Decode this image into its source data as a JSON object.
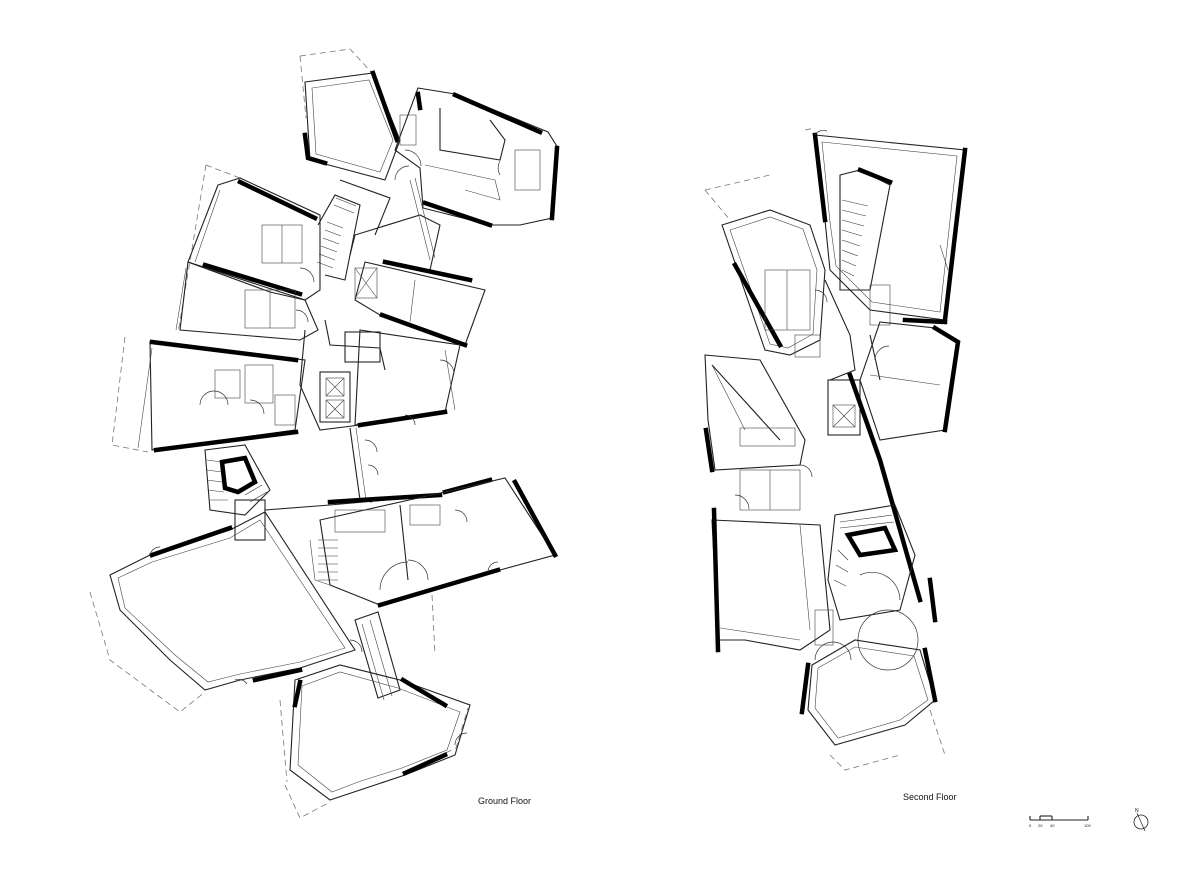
{
  "plans": {
    "ground_floor_label": "Ground Floor",
    "second_floor_label": "Second Floor"
  },
  "scale_bar": {
    "ticks": [
      "0",
      "20",
      "40",
      "100"
    ]
  },
  "north_arrow": {
    "label": "N",
    "icon": "north-arrow-icon"
  }
}
